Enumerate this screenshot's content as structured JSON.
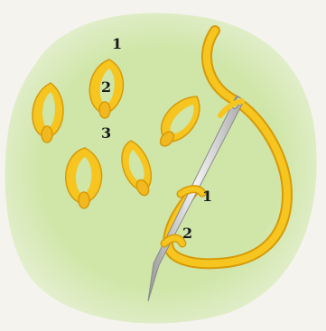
{
  "labels": {
    "step_one_top": "1",
    "step_two_top": "2",
    "step_three": "3",
    "step_one_needle": "1",
    "step_two_needle": "2"
  },
  "colors": {
    "fabric_green": "#cfe6a8",
    "thread_yellow": "#f6c51f",
    "thread_shade": "#e3a90e",
    "thread_outline": "#d79a08",
    "needle_silver": "#dcdcdc",
    "needle_outline": "#8a8a8a"
  },
  "icons": {
    "needle": "sewing-needle-icon",
    "stitch": "lazy-daisy-stitch-icon"
  }
}
